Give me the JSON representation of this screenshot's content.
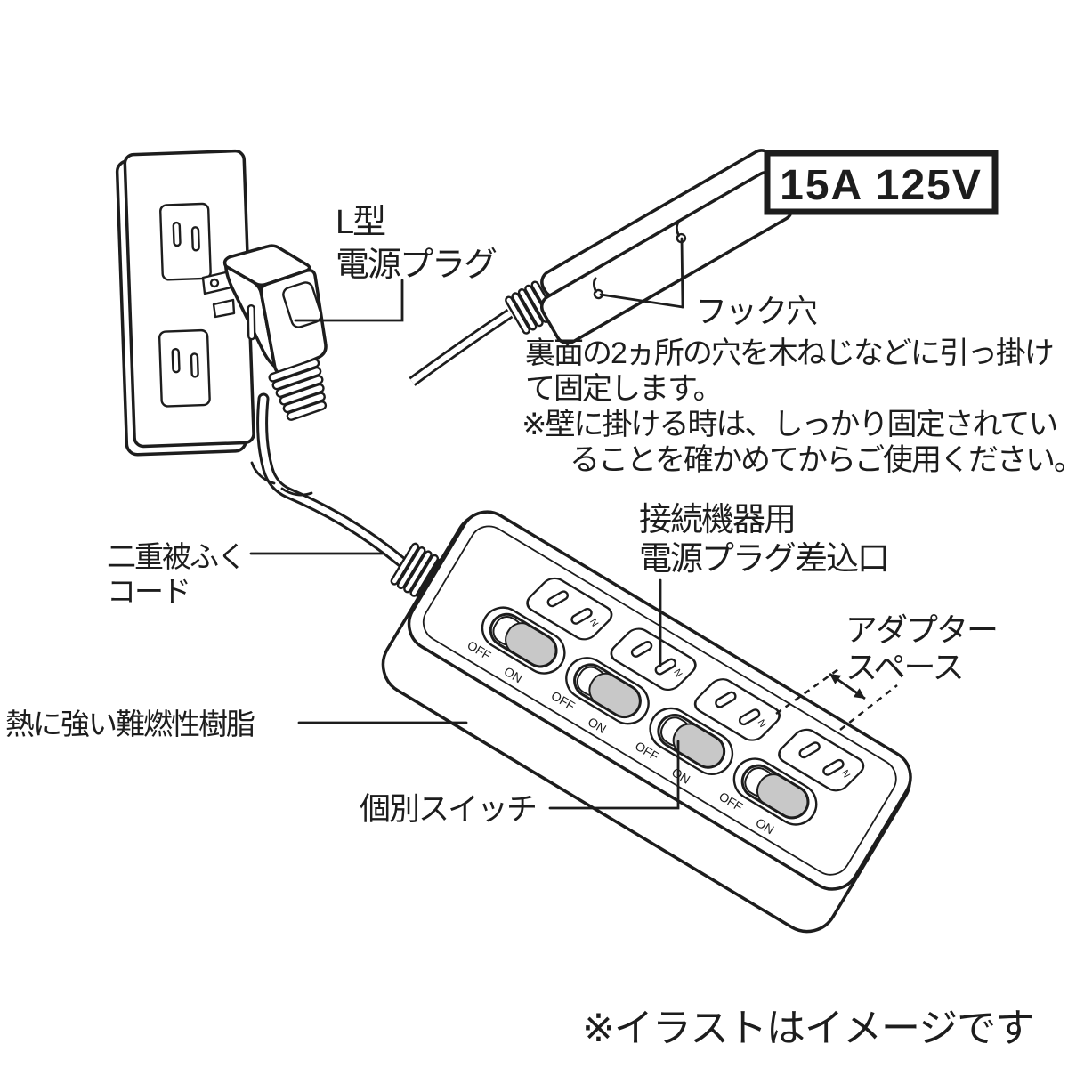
{
  "colors": {
    "line": "#1d1d1d",
    "switch_thumb": "#c8c8c8",
    "background": "#ffffff"
  },
  "badge": {
    "rating": "15A 125V"
  },
  "annotations": {
    "plug_type": {
      "line1": "L型",
      "line2": "電源プラグ"
    },
    "hook_hole": {
      "label": "フック穴",
      "note_line1": "裏面の2ヵ所の穴を木ねじなどに引っ掛け",
      "note_line2": "て固定します。",
      "note_line3": "※壁に掛ける時は、しっかり固定されてい",
      "note_line4": "ることを確かめてからご使用ください。"
    },
    "double_insulated_cord": {
      "line1": "二重被ふく",
      "line2": "コード"
    },
    "outlet": {
      "line1": "接続機器用",
      "line2": "電源プラグ差込口"
    },
    "adapter_space": {
      "line1": "アダプター",
      "line2": "スペース"
    },
    "flame_retardant_resin": "熱に強い難燃性樹脂",
    "individual_switch": "個別スイッチ",
    "footer_note": "※イラストはイメージです"
  },
  "power_strip": {
    "switch_off": "OFF",
    "switch_on": "ON",
    "neutral_mark": "N",
    "outlet_count": 4,
    "switch_count": 4
  }
}
